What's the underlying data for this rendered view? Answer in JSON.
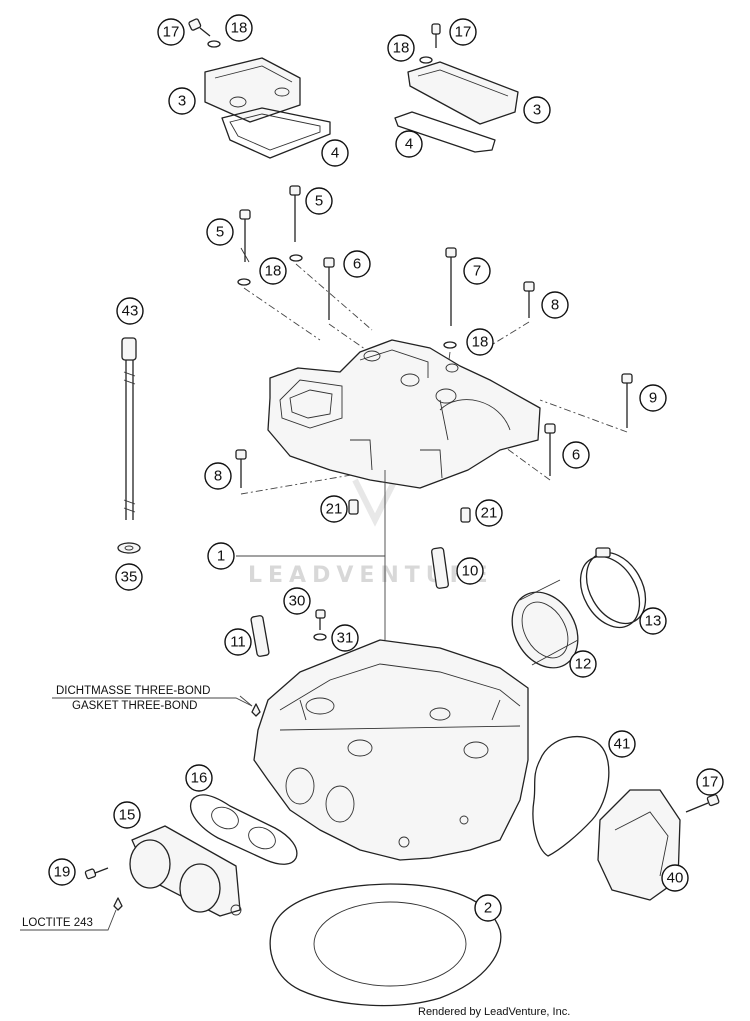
{
  "callouts": [
    {
      "id": "c17a",
      "label": "17"
    },
    {
      "id": "c18a",
      "label": "18"
    },
    {
      "id": "c3a",
      "label": "3"
    },
    {
      "id": "c4a",
      "label": "4"
    },
    {
      "id": "c17b",
      "label": "17"
    },
    {
      "id": "c18b",
      "label": "18"
    },
    {
      "id": "c3b",
      "label": "3"
    },
    {
      "id": "c4b",
      "label": "4"
    },
    {
      "id": "c5a",
      "label": "5"
    },
    {
      "id": "c5b",
      "label": "5"
    },
    {
      "id": "c18c",
      "label": "18"
    },
    {
      "id": "c6a",
      "label": "6"
    },
    {
      "id": "c7",
      "label": "7"
    },
    {
      "id": "c8a",
      "label": "8"
    },
    {
      "id": "c18d",
      "label": "18"
    },
    {
      "id": "c43",
      "label": "43"
    },
    {
      "id": "c9",
      "label": "9"
    },
    {
      "id": "c6b",
      "label": "6"
    },
    {
      "id": "c8b",
      "label": "8"
    },
    {
      "id": "c21a",
      "label": "21"
    },
    {
      "id": "c21b",
      "label": "21"
    },
    {
      "id": "c1",
      "label": "1"
    },
    {
      "id": "c10",
      "label": "10"
    },
    {
      "id": "c35",
      "label": "35"
    },
    {
      "id": "c30",
      "label": "30"
    },
    {
      "id": "c13",
      "label": "13"
    },
    {
      "id": "c11",
      "label": "11"
    },
    {
      "id": "c31",
      "label": "31"
    },
    {
      "id": "c12",
      "label": "12"
    },
    {
      "id": "c41",
      "label": "41"
    },
    {
      "id": "c16",
      "label": "16"
    },
    {
      "id": "c17c",
      "label": "17"
    },
    {
      "id": "c15",
      "label": "15"
    },
    {
      "id": "c19",
      "label": "19"
    },
    {
      "id": "c40",
      "label": "40"
    },
    {
      "id": "c2",
      "label": "2"
    }
  ],
  "notes": {
    "sealant_line1": "DICHTMASSE THREE-BOND",
    "sealant_line2": "GASKET THREE-BOND",
    "loctite": "LOCTITE 243"
  },
  "watermark": "LEADVENTURE",
  "credit": "Rendered by LeadVenture, Inc."
}
